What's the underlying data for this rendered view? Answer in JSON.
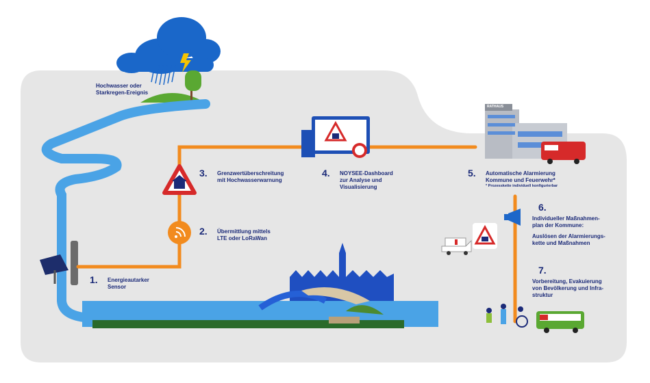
{
  "start_label": [
    "Hochwasser oder",
    "Starkregen-Ereignis"
  ],
  "town_hall_sign": "RATHAUS",
  "steps": [
    {
      "number": "1.",
      "lines": [
        "Energieautarker",
        "Sensor"
      ]
    },
    {
      "number": "2.",
      "lines": [
        "Übermittlung mittels",
        "LTE oder LoRaWan"
      ]
    },
    {
      "number": "3.",
      "lines": [
        "Grenzwertüberschreitung",
        "mit Hochwasserwarnung"
      ]
    },
    {
      "number": "4.",
      "lines": [
        "NOYSEE-Dashboard",
        "zur Analyse und",
        "Visualisierung"
      ]
    },
    {
      "number": "5.",
      "lines": [
        "Automatische Alarmierung",
        "Kommune und Feuerwehr*"
      ],
      "note": "* Prozesskette individuell konfigurierbar"
    },
    {
      "number": "6.",
      "lines": [
        "Individueller Maßnahmen-",
        "plan der Kommune:",
        "",
        "Auslösen der Alarmierungs-",
        "kette und Maßnahmen"
      ]
    },
    {
      "number": "7.",
      "lines": [
        "Vorbereitung, Evakuierung",
        "von Bevölkerung und Infra-",
        "struktur"
      ]
    }
  ],
  "colors": {
    "background_panel": "#e6e6e6",
    "flow_line": "#f28b1e",
    "river": "#4aa3e6",
    "cloud": "#1a67c9",
    "text": "#1b2a78",
    "town": "#1f4fc1",
    "warning_red": "#d62a2a"
  }
}
